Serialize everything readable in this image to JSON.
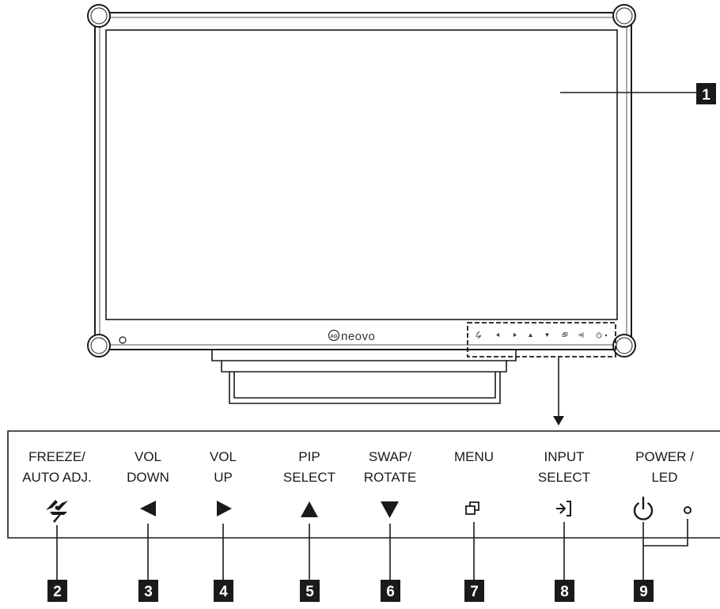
{
  "monitor": {
    "brand": "neovo",
    "brand_mark": "AG"
  },
  "callouts": [
    "1",
    "2",
    "3",
    "4",
    "5",
    "6",
    "7",
    "8",
    "9"
  ],
  "buttons": [
    {
      "line1": "FREEZE/",
      "line2": "AUTO ADJ.",
      "icon": "freeze-auto-icon"
    },
    {
      "line1": "VOL",
      "line2": "DOWN",
      "icon": "triangle-left-icon"
    },
    {
      "line1": "VOL",
      "line2": "UP",
      "icon": "triangle-right-icon"
    },
    {
      "line1": "PIP",
      "line2": "SELECT",
      "icon": "triangle-up-icon"
    },
    {
      "line1": "SWAP/",
      "line2": "ROTATE",
      "icon": "triangle-down-icon"
    },
    {
      "line1": "MENU",
      "line2": "",
      "icon": "menu-windows-icon"
    },
    {
      "line1": "INPUT",
      "line2": "SELECT",
      "icon": "input-select-icon"
    },
    {
      "line1": "POWER /",
      "line2": "LED",
      "icon": "power-icon"
    }
  ]
}
